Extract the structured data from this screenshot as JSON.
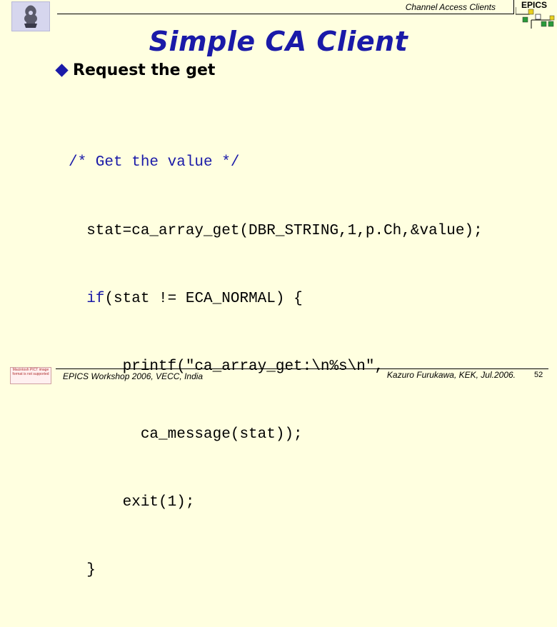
{
  "header": {
    "section": "Channel Access Clients",
    "brand": "EPICS",
    "logo_icon": "emblem-icon"
  },
  "title": "Simple CA Client",
  "bullet": {
    "text": "Request the get",
    "marker_color": "#1a1aa8"
  },
  "code": {
    "lines": [
      "/* Get the value */",
      "  stat=ca_array_get(DBR_STRING,1,p.Ch,&value);",
      "  if(stat != ECA_NORMAL) {",
      "      printf(\"ca_array_get:\\n%s\\n\",",
      "        ca_message(stat));",
      "      exit(1);",
      "  }"
    ]
  },
  "footer": {
    "left": "EPICS Workshop 2006, VECC, India",
    "right": "Kazuro Furukawa, KEK, Jul.2006.",
    "page": "52",
    "image_notice": "Macintosh PICT image format is not supported"
  },
  "colors": {
    "background": "#ffffe0",
    "title": "#1a1aa8",
    "keyword": "#1a1aa8"
  }
}
